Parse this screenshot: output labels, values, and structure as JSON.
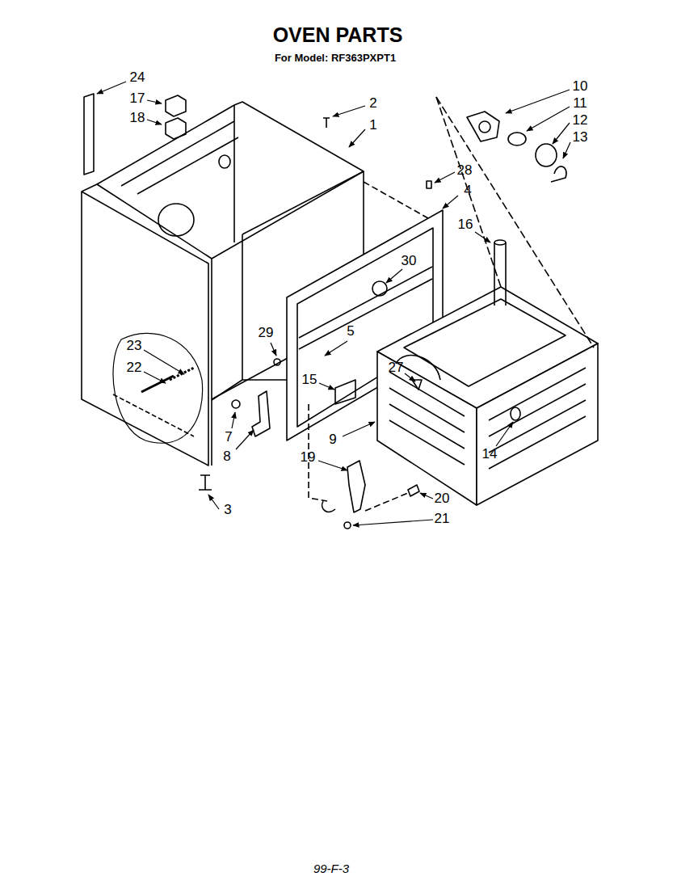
{
  "diagram": {
    "title": "OVEN PARTS",
    "labels": [
      "For Model: RF363PXPT1",
      "24",
      "17",
      "18",
      "2",
      "1",
      "10",
      "11",
      "12",
      "13",
      "28",
      "4",
      "16",
      "30",
      "29",
      "5",
      "23",
      "22",
      "27",
      "15",
      "14",
      "7",
      "8",
      "9",
      "19",
      "20",
      "21",
      "3",
      "99-F-3"
    ]
  }
}
